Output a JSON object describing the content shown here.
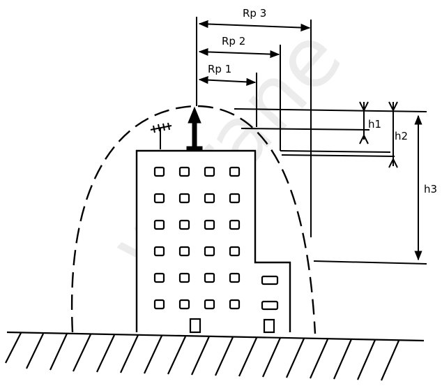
{
  "watermark": "w.irane",
  "labels": {
    "rp1": "Rp 1",
    "rp2": "Rp 2",
    "rp3": "Rp 3",
    "h1": "h1",
    "h2": "h2",
    "h3": "h3"
  },
  "colors": {
    "ink": "#000000",
    "paper": "#ffffff"
  }
}
